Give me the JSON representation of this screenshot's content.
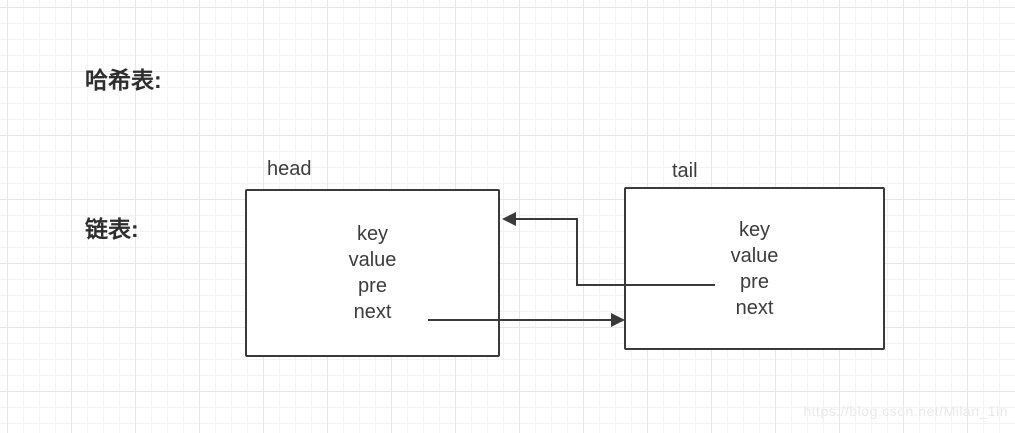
{
  "diagram": {
    "sections": {
      "hash_table_label": "哈希表:",
      "linked_list_label": "链表:"
    },
    "nodes": [
      {
        "id": "head",
        "label": "head",
        "fields": [
          "key",
          "value",
          "pre",
          "next"
        ]
      },
      {
        "id": "tail",
        "label": "tail",
        "fields": [
          "key",
          "value",
          "pre",
          "next"
        ]
      }
    ],
    "arrows": [
      {
        "name": "tail-pre-to-head",
        "from": "tail.pre",
        "to": "head",
        "direction": "left"
      },
      {
        "name": "head-next-to-tail",
        "from": "head.next",
        "to": "tail",
        "direction": "right"
      }
    ]
  },
  "watermark": {
    "text": "https://blog.csdn.net/Milan_1in"
  },
  "colors": {
    "background": "#ffffff",
    "stroke": "#3a3a3a",
    "text": "#3c3c3c",
    "section_label": "#2e2e2e",
    "grid_minor": "#f3f3f3",
    "grid_major": "#e6e6e6",
    "watermark": "#e9e9e9"
  }
}
